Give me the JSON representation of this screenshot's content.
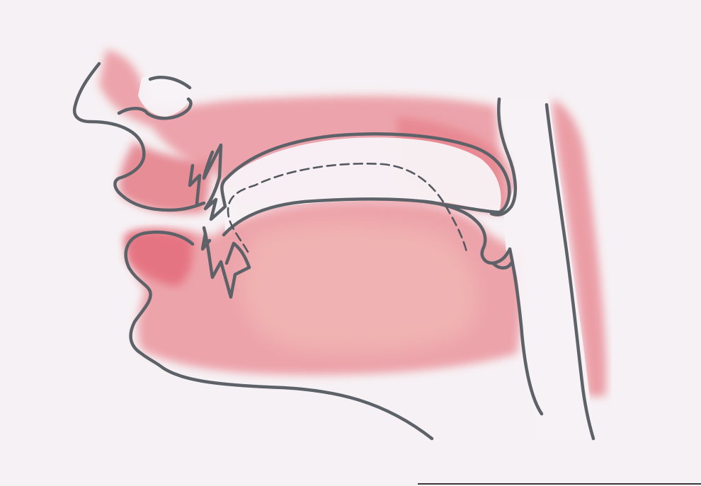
{
  "figure": {
    "subject": "sagittal-section-vocal-tract",
    "colors": {
      "background": "#f6f1f4",
      "tissue": "#e57a86",
      "tissue_light": "#f3b8b8",
      "outline": "#5c6268",
      "airway": "#f7f2f5"
    },
    "parts": [
      {
        "name": "nose"
      },
      {
        "name": "upper-lip"
      },
      {
        "name": "lower-lip"
      },
      {
        "name": "upper-teeth"
      },
      {
        "name": "lower-teeth"
      },
      {
        "name": "hard-palate"
      },
      {
        "name": "velum-soft-palate"
      },
      {
        "name": "tongue"
      },
      {
        "name": "pharynx"
      },
      {
        "name": "larynx"
      },
      {
        "name": "chin"
      },
      {
        "name": "dashed-tongue-position"
      }
    ]
  }
}
